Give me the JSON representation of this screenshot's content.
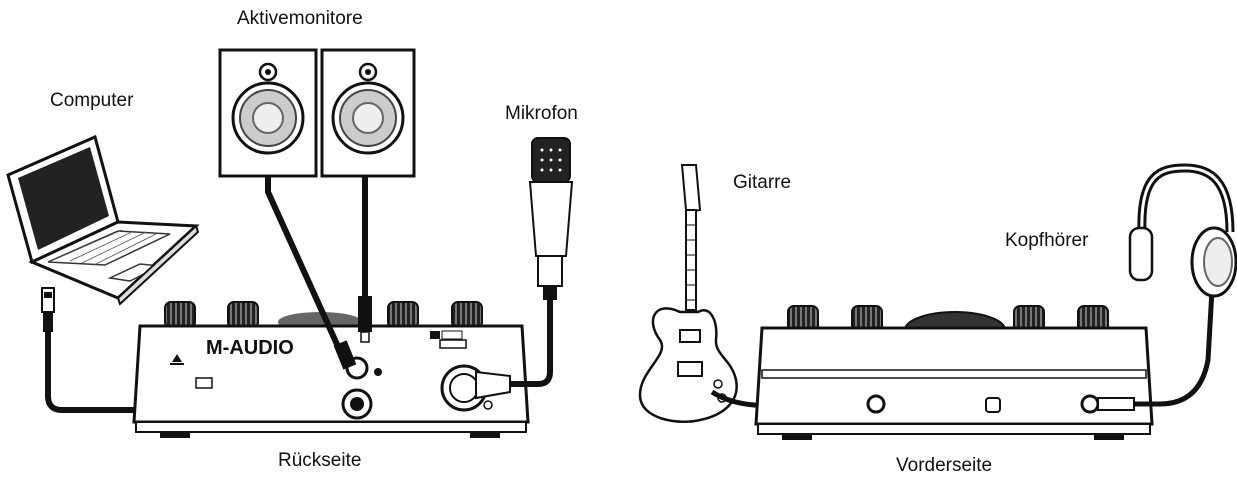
{
  "labels": {
    "active_monitors": "Aktivemonitore",
    "computer": "Computer",
    "microphone": "Mikrofon",
    "guitar": "Gitarre",
    "headphones": "Kopfhörer",
    "rear": "Rückseite",
    "front": "Vorderseite"
  },
  "brand": "M-AUDIO"
}
